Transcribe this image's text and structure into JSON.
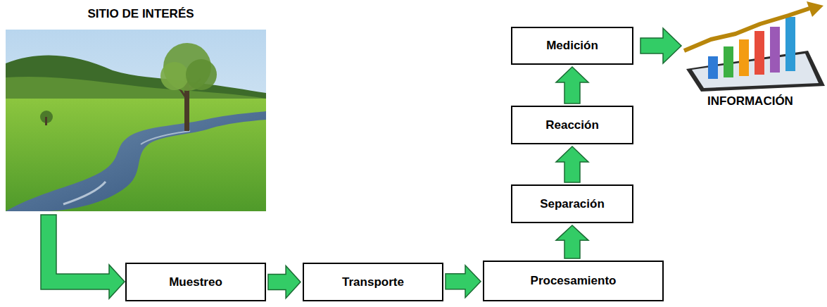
{
  "diagram": {
    "nodes": [
      {
        "text": [
          "Muestreo"
        ]
      },
      {
        "text": [
          "Transporte"
        ]
      },
      {
        "text": [
          "Procesamiento"
        ]
      },
      {
        "text": [
          "Separación"
        ]
      },
      {
        "text": [
          "Reacción"
        ]
      },
      {
        "text": [
          "Medición"
        ]
      }
    ],
    "edges": [
      {
        "from": 0,
        "to": 1,
        "arrow": "to"
      },
      {
        "from": 1,
        "to": 2,
        "arrow": "to"
      },
      {
        "from": 2,
        "to": 3,
        "arrow": "to"
      },
      {
        "from": 3,
        "to": 4,
        "arrow": "to"
      },
      {
        "from": 4,
        "to": 5,
        "arrow": "to"
      }
    ],
    "labels": [
      "SITIO DE INTERÉS",
      "INFORMACIÓN"
    ]
  }
}
